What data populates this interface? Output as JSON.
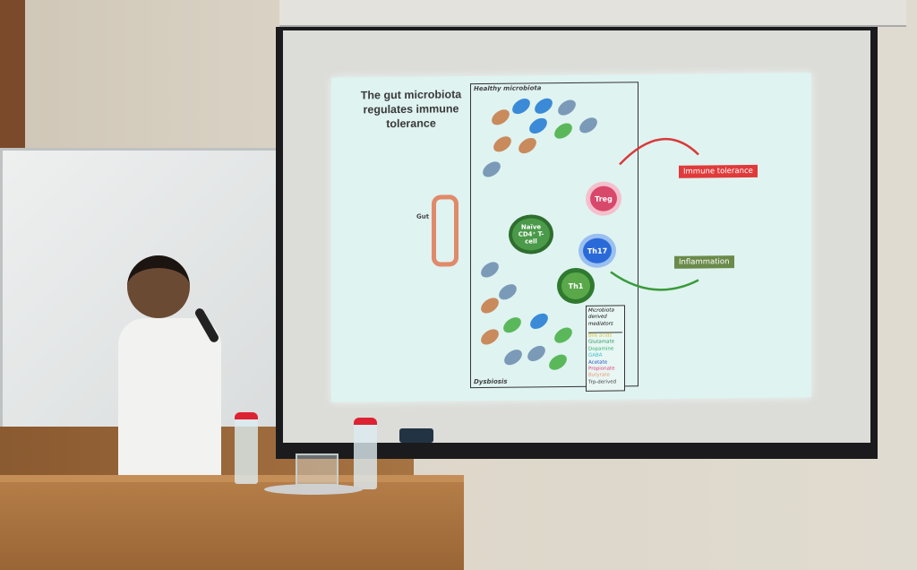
{
  "slide": {
    "title": "The gut microbiota regulates immune tolerance",
    "gut_label": "Gut",
    "healthy_label": "Healthy microbiota",
    "dysbiosis_label": "Dysbiosis",
    "naive_cell": "Naïve CD4⁺ T-cell",
    "cells": [
      "Treg",
      "Th17",
      "Th1"
    ],
    "immune_tolerance": "Immune tolerance",
    "inflammation": "Inflammation",
    "legend_title": "Microbiota derived mediators",
    "legend_items": [
      {
        "label": "Bile acids",
        "color": "#d8c83a"
      },
      {
        "label": "Glutamate",
        "color": "#2a9a5a"
      },
      {
        "label": "Dopamine",
        "color": "#2fb36a"
      },
      {
        "label": "GABA",
        "color": "#3bbdc4"
      },
      {
        "label": "Acetate",
        "color": "#2050c0"
      },
      {
        "label": "Propionate",
        "color": "#e0407a"
      },
      {
        "label": "Butyrate",
        "color": "#e89a6a"
      },
      {
        "label": "Trp-derived",
        "color": "#444444"
      }
    ]
  }
}
